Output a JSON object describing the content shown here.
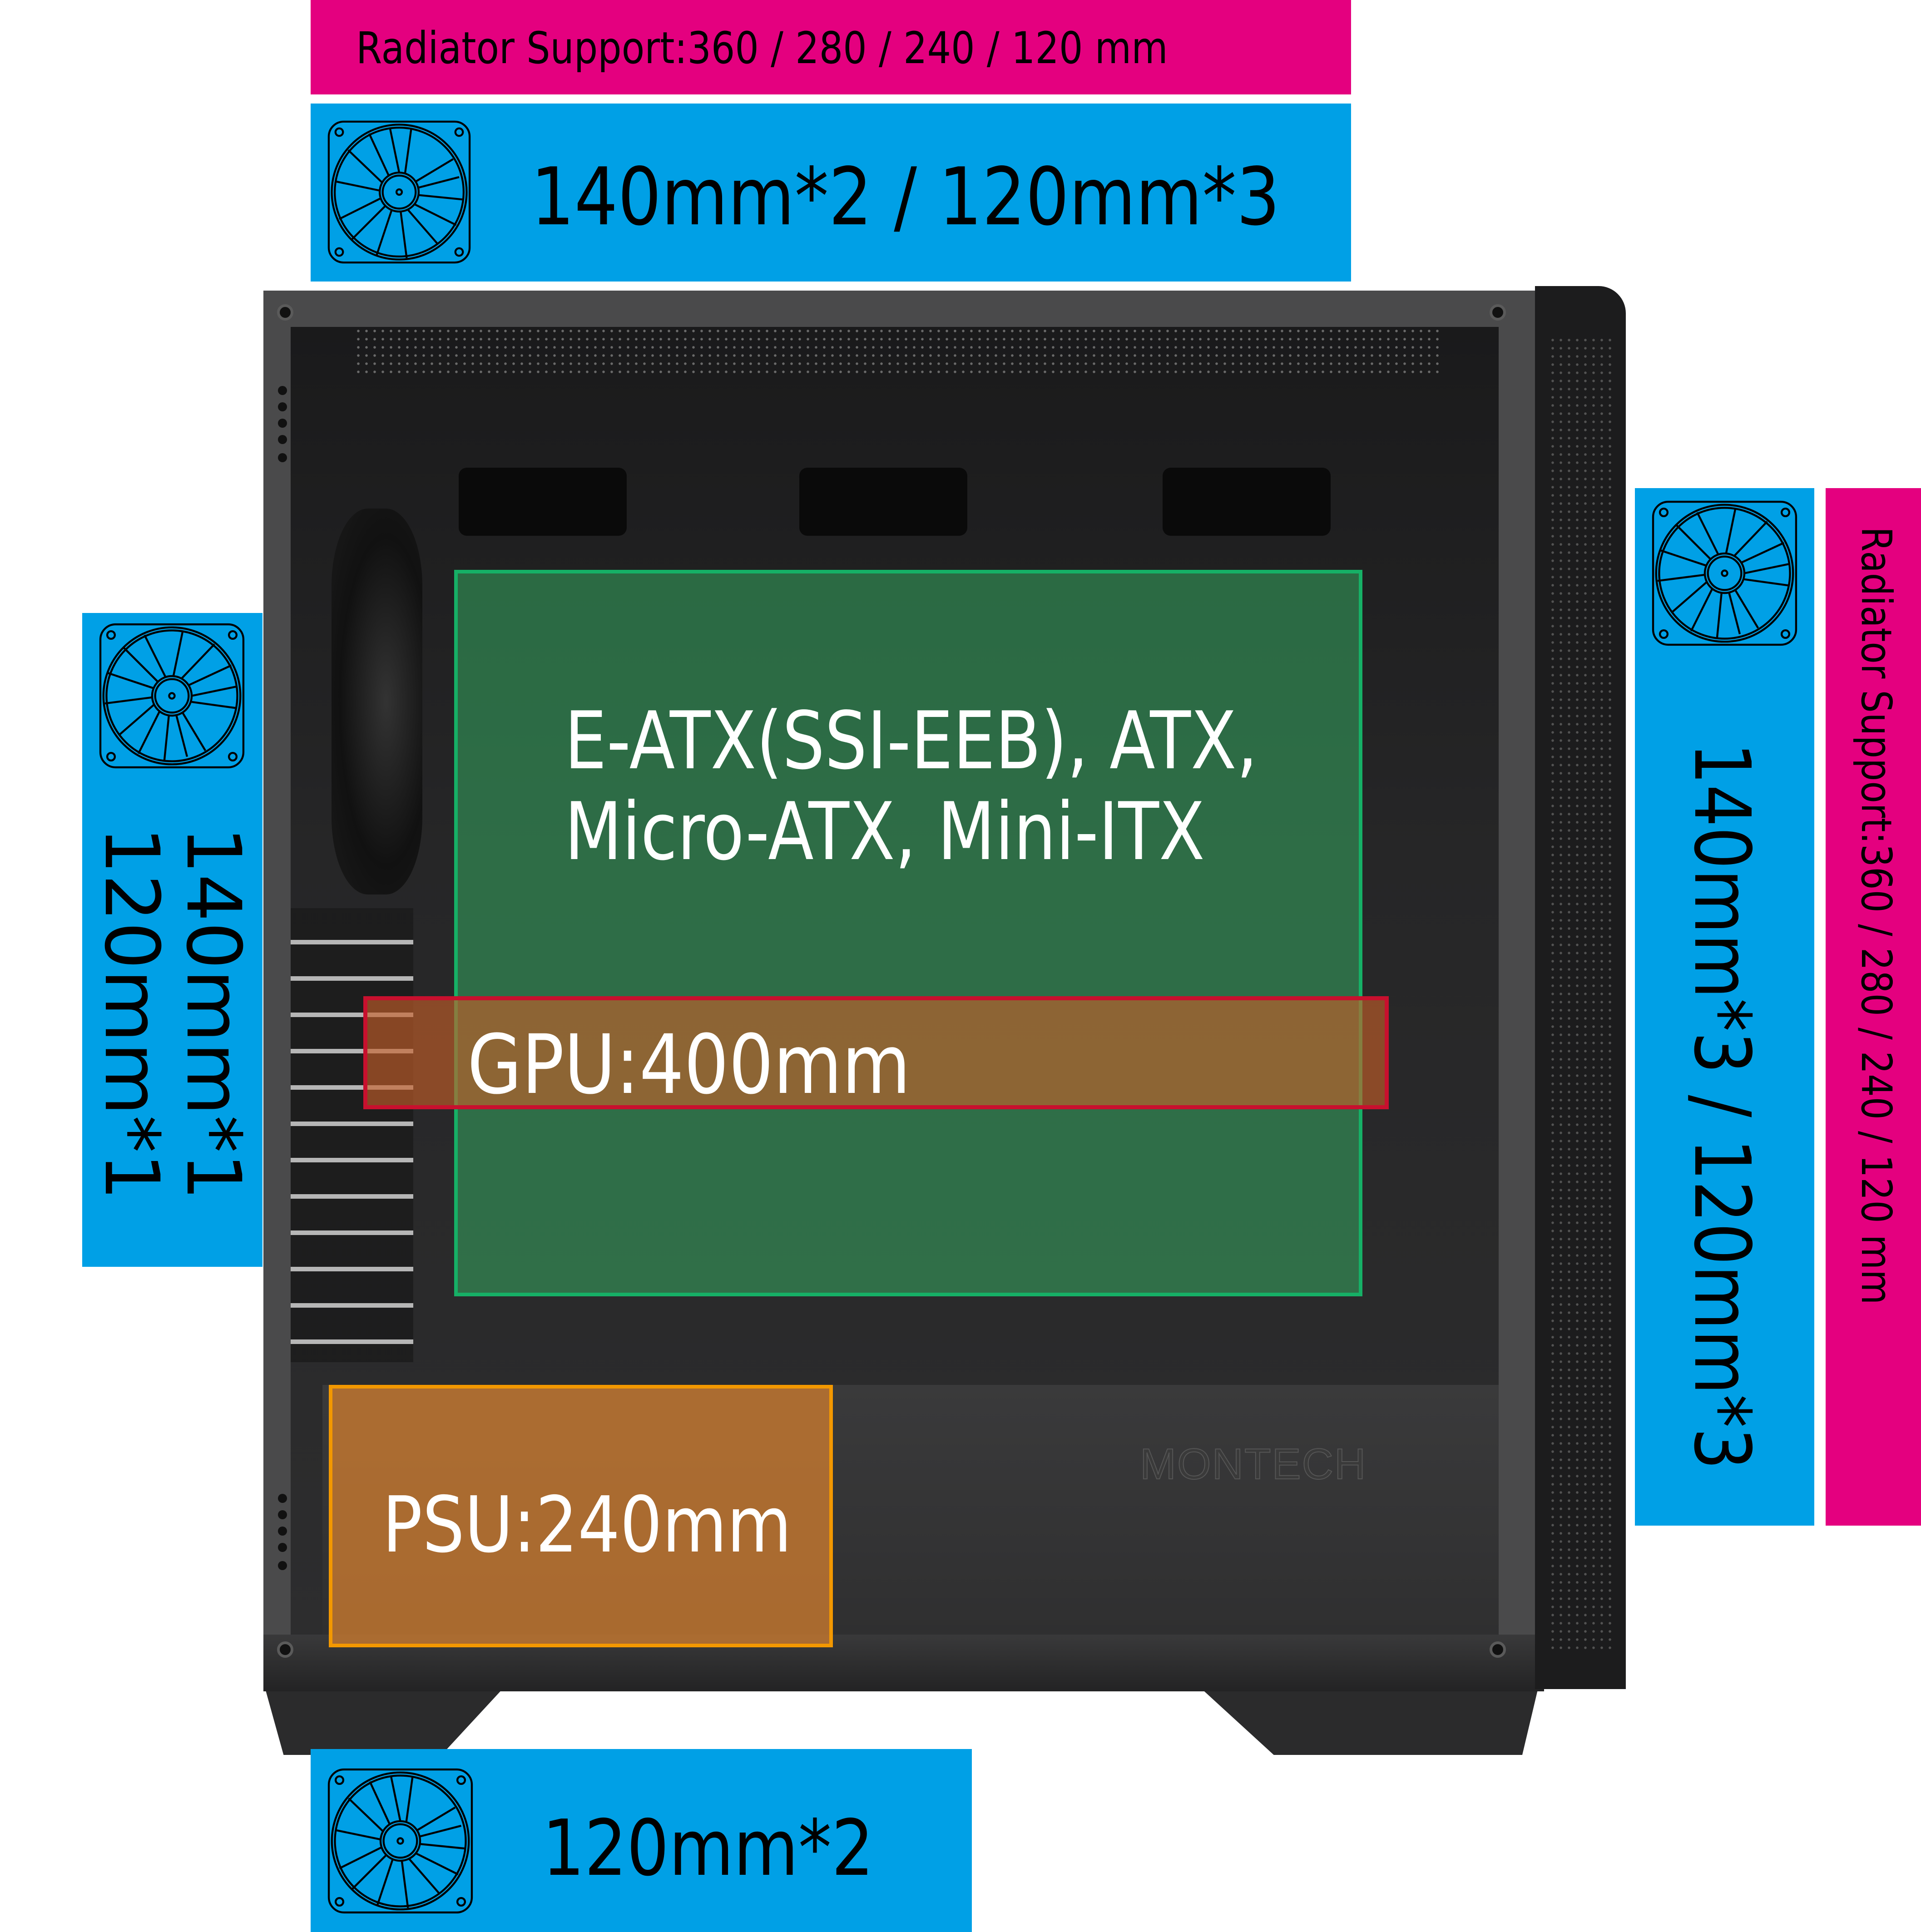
{
  "colors": {
    "radiator_bar": "#e4007f",
    "fan_bar": "#00a0e6",
    "motherboard_overlay": "#16b066",
    "gpu_overlay": "#c8102e",
    "psu_overlay": "#f39800",
    "case_body": "#2e2e2f"
  },
  "top": {
    "radiator_label": "Radiator Support:360 / 280 / 240 / 120 mm",
    "fan_icon": "fan-icon",
    "fan_label": "140mm*2 / 120mm*3"
  },
  "rear": {
    "fan_icon": "fan-icon",
    "fan_label_line1": "140mm*1",
    "fan_label_line2": "120mm*1"
  },
  "front": {
    "fan_icon": "fan-icon",
    "fan_label": "140mm*3 / 120mm*3",
    "radiator_label": "Radiator Support:360 / 280 / 240 / 120 mm"
  },
  "bottom": {
    "fan_icon": "fan-icon",
    "fan_label": "120mm*2"
  },
  "overlays": {
    "motherboard_line1": "E-ATX(SSI-EEB), ATX,",
    "motherboard_line2": "Micro-ATX, Mini-ITX",
    "gpu": "GPU:400mm",
    "psu": "PSU:240mm"
  },
  "case": {
    "brand": "MONTECH"
  }
}
